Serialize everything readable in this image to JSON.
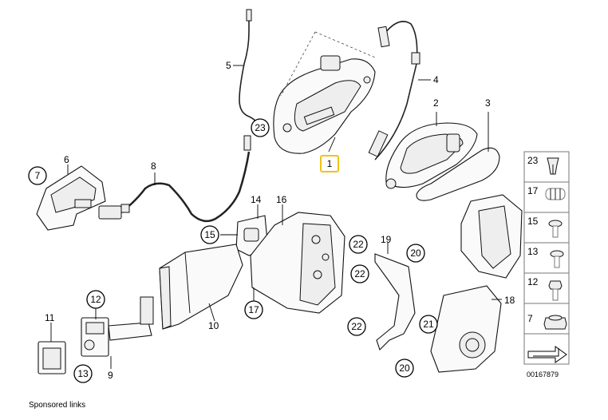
{
  "callouts": {
    "c1": "1",
    "c2": "2",
    "c3": "3",
    "c4": "4",
    "c5": "5",
    "c6": "6",
    "c7": "7",
    "c8": "8",
    "c9": "9",
    "c10": "10",
    "c11": "11",
    "c12": "12",
    "c13": "13",
    "c14": "14",
    "c15": "15",
    "c16": "16",
    "c17": "17",
    "c18": "18",
    "c19": "19",
    "c20a": "20",
    "c20b": "20",
    "c21": "21",
    "c22a": "22",
    "c22b": "22",
    "c22c": "22",
    "c23": "23"
  },
  "legend": [
    "23",
    "17",
    "15",
    "13",
    "12",
    "7"
  ],
  "diagram_code": "00167879",
  "footer_text": "Sponsored links"
}
